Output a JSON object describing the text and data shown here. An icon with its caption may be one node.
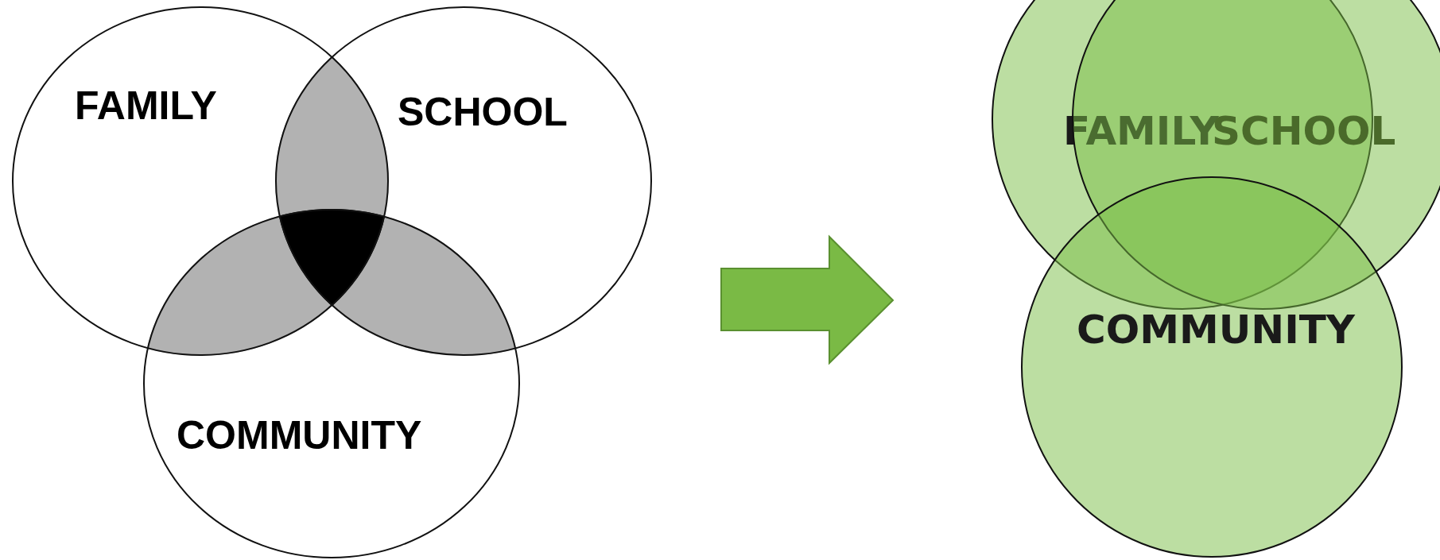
{
  "diagram": {
    "nodes": [
      {
        "text": [
          "FAMILY"
        ]
      },
      {
        "text": [
          "SCHOOL"
        ]
      },
      {
        "text": [
          "COMMUNITY"
        ]
      },
      {
        "text": [
          "FAMILY"
        ]
      },
      {
        "text": [
          "SCHOOL"
        ]
      },
      {
        "text": [
          "COMMUNITY"
        ]
      }
    ]
  }
}
